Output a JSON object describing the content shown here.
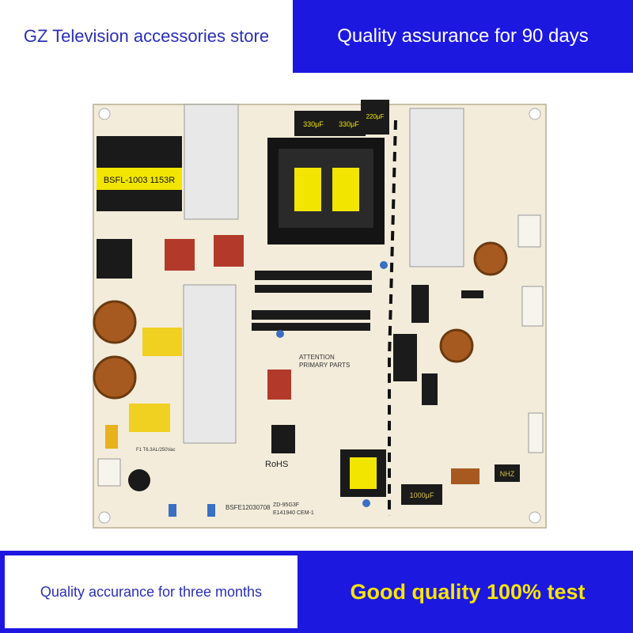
{
  "banners": {
    "store_name": "GZ Television accessories store",
    "quality_90": "Quality assurance for 90 days",
    "quality_three_months": "Quality accurance for three months",
    "good_quality": "Good quality 100% test"
  },
  "board": {
    "transformer_label": "BSFL-1003 1153R",
    "cap_330_a": "330μF",
    "cap_330_b": "330μF",
    "cap_220": "220μF",
    "cap_1000": "1000μF",
    "brand_nhz": "NHZ",
    "attention_line1": "ATTENTION",
    "attention_line2": "PRIMARY PARTS",
    "rohs": "RoHS",
    "model_code": "BSFE12030708",
    "fuse_label": "F1 T6.3AL/250Vac",
    "ul_code": "E141940 CEM-1",
    "part_code": "ZD-95G3F"
  },
  "colors": {
    "blue_banner": "#1c18e0",
    "store_text": "#2a2fb8",
    "yellow_text": "#f7e600",
    "pcb": "#f3ecda"
  }
}
